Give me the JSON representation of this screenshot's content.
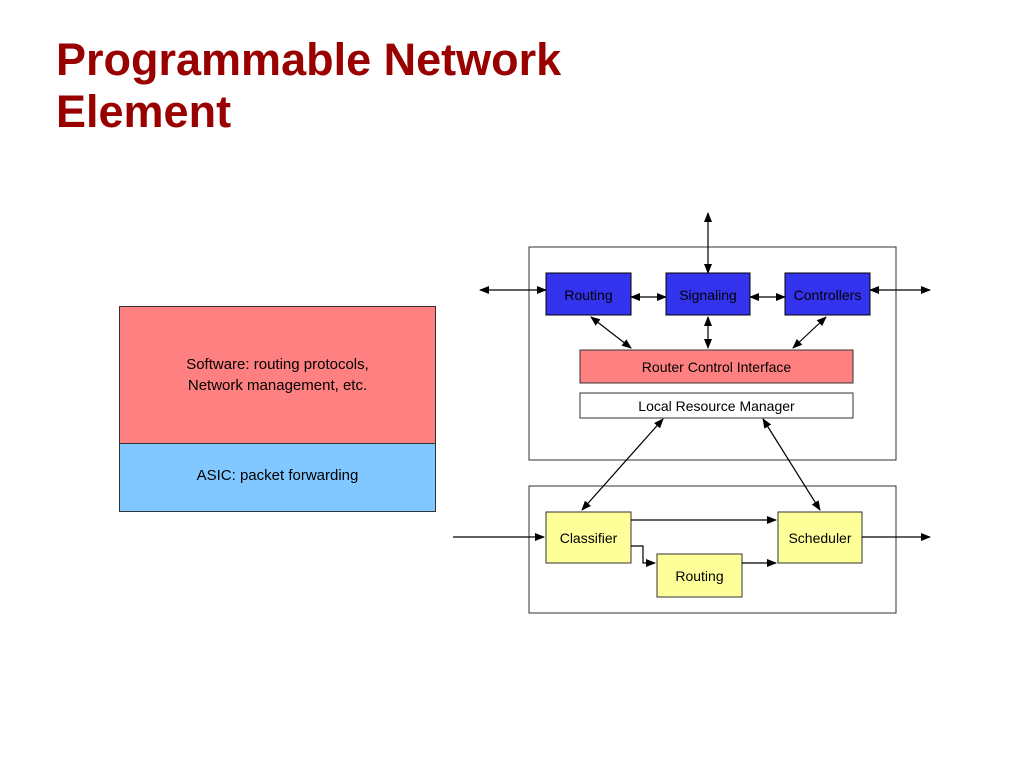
{
  "title": {
    "line1": "Programmable Network",
    "line2": "Element"
  },
  "layer_stack": {
    "software": {
      "line1": "Software: routing protocols,",
      "line2": "Network management, etc.",
      "color": "#FF8080"
    },
    "hardware": {
      "label": "ASIC: packet forwarding",
      "color": "#80C8FF"
    }
  },
  "control_plane": {
    "modules": [
      {
        "label": "Routing",
        "color": "#3333EE"
      },
      {
        "label": "Signaling",
        "color": "#3333EE"
      },
      {
        "label": "Controllers",
        "color": "#3333EE"
      }
    ],
    "interface": {
      "label": "Router Control Interface",
      "color": "#FF8080"
    },
    "resource_manager": {
      "label": "Local Resource Manager",
      "color": "#FFFFFF"
    }
  },
  "data_plane": {
    "classifier": {
      "label": "Classifier",
      "color": "#FFFF99"
    },
    "routing": {
      "label": "Routing",
      "color": "#FFFF99"
    },
    "scheduler": {
      "label": "Scheduler",
      "color": "#FFFF99"
    }
  },
  "colors": {
    "title": "#990000",
    "line": "#000000"
  }
}
